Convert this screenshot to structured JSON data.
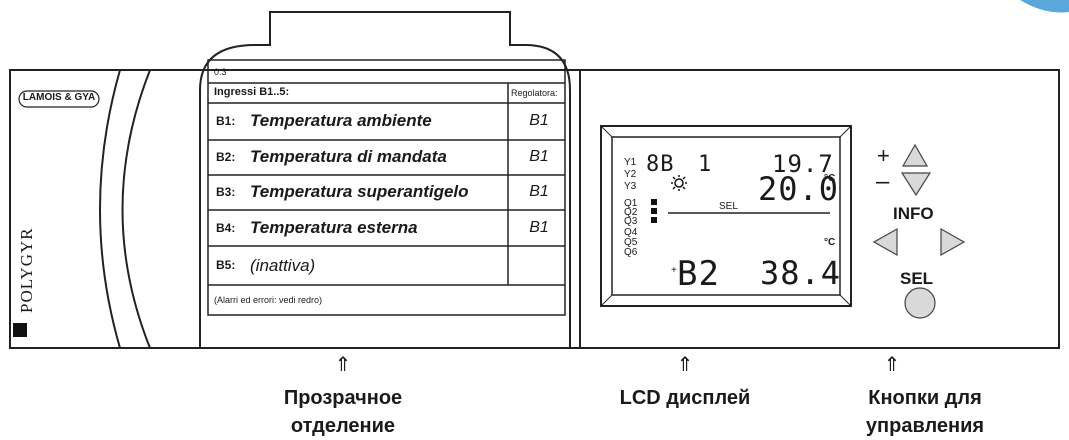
{
  "device": {
    "brand_badge": "LAMOIS & GYA",
    "vertical_brand": "POLYGYR"
  },
  "insert": {
    "code": "0.3",
    "header_left": "Ingressi B1..5:",
    "header_right": "Regolatora:",
    "rows": [
      {
        "id": "B1:",
        "text": "Temperatura ambiente",
        "reg": "B1"
      },
      {
        "id": "B2:",
        "text": "Temperatura di mandata",
        "reg": "B1"
      },
      {
        "id": "B3:",
        "text": "Temperatura superantigelo",
        "reg": "B1"
      },
      {
        "id": "B4:",
        "text": "Temperatura esterna",
        "reg": "B1"
      },
      {
        "id": "B5:",
        "text": "(inattiva)",
        "reg": ""
      }
    ],
    "footer": "(Alarri ed errori: vedi redro)"
  },
  "lcd": {
    "y_labels": [
      "Y1",
      "Y2",
      "Y3"
    ],
    "q_labels": [
      "Q1",
      "Q2",
      "Q3",
      "Q4",
      "Q5",
      "Q6"
    ],
    "row1_code": "8B",
    "row1_mid": "1",
    "value1": "19.7",
    "value2": "20.0",
    "unit1": "°C",
    "unit2": "°C",
    "sel_text": "SEL",
    "bottom_code": "B2",
    "value3": "38.4",
    "plus_sign": "+"
  },
  "controls": {
    "plus": "+",
    "minus": "–",
    "info": "INFO",
    "sel": "SEL"
  },
  "annotations": [
    {
      "arrow": "⇑",
      "text": "Прозрачное\nотделение"
    },
    {
      "arrow": "⇑",
      "text": "LCD дисплей"
    },
    {
      "arrow": "⇑",
      "text": "Кнопки для\nуправления"
    }
  ]
}
